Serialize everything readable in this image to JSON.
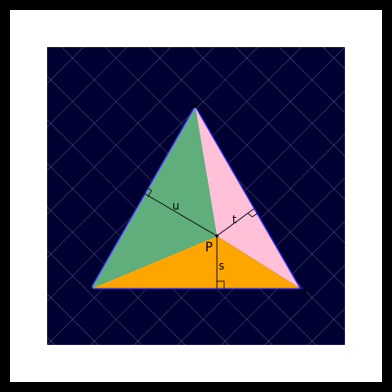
{
  "colors": {
    "outer_border": "#000000",
    "white_frame": "#ffffff",
    "panel_background": "#000033",
    "grid_lines": "#8080a0",
    "triangle_outline": "#3333ff",
    "region_left": "#5fae7c",
    "region_right": "#ffc0d8",
    "region_bottom": "#ffa500",
    "perpendicular_lines": "#111111",
    "vertex_dots": "#000000"
  },
  "labels": {
    "point": "P",
    "left_distance": "u",
    "right_distance": "t",
    "bottom_distance": "s"
  }
}
